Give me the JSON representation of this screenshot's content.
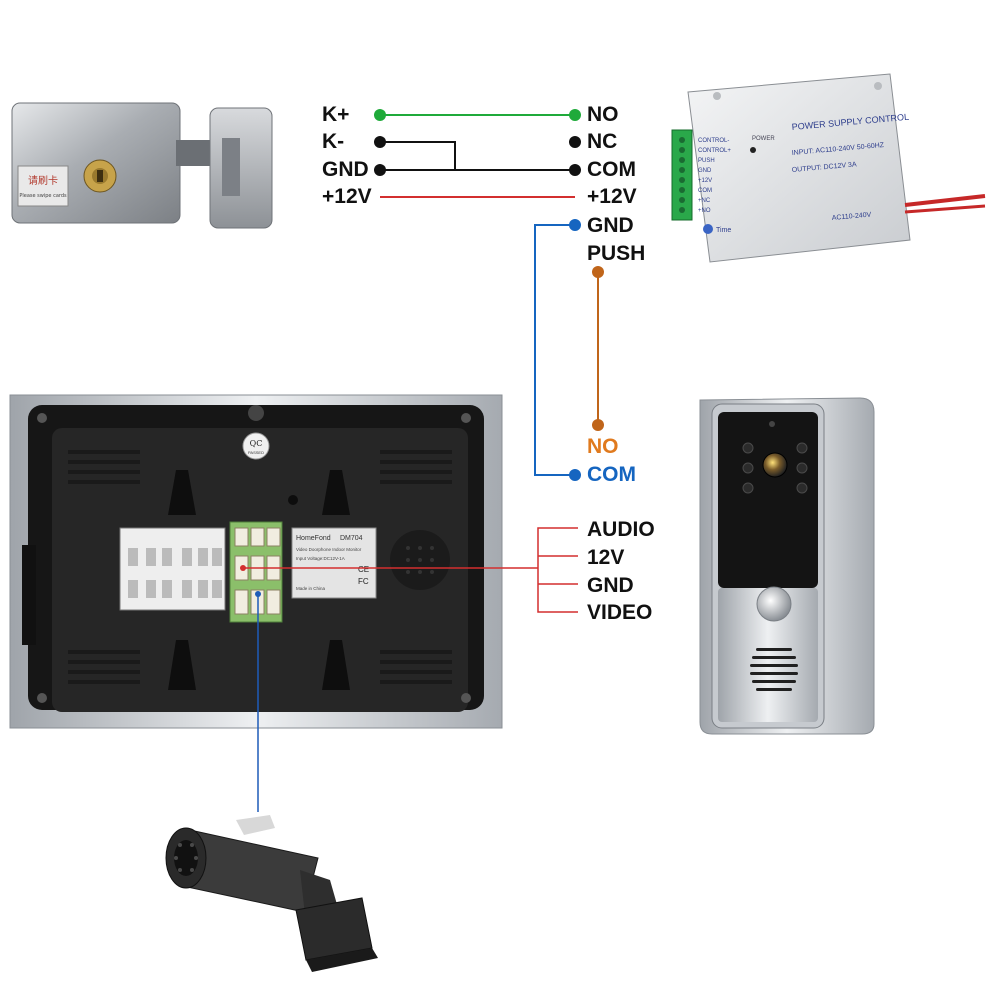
{
  "lock": {
    "labels": [
      "K+",
      "K-",
      "GND",
      "+12V"
    ],
    "plate_text": "请刷卡",
    "plate_subtext": "Please swipe cards"
  },
  "power_supply": {
    "terminals_top": [
      "NO",
      "NC",
      "COM",
      "+12V",
      "GND",
      "PUSH"
    ],
    "terminals_bottom": [
      "NO",
      "COM"
    ],
    "title": "POWER SUPPLY CONTROL",
    "input": "INPUT: AC110-240V 50-60HZ",
    "output": "OUTPUT: DC12V 3A",
    "voltage": "AC110-240V",
    "power_label": "POWER",
    "time_label": "Time",
    "side_terminals": [
      "CONTROL-",
      "CONTROL+",
      "PUSH",
      "GND",
      "+12V",
      "COM",
      "+NC",
      "+NO"
    ]
  },
  "monitor": {
    "qc_sticker": "QC",
    "qc_sub": "PASSED",
    "brand": "HomeFond",
    "model": "DM704",
    "spec_lines": [
      "Video Doorphone Indoor Monitor",
      "Input Voltage:DC12V-1A",
      "Made in China"
    ],
    "ce_mark": "CE",
    "fc_mark": "FC"
  },
  "door_station": {
    "wire_labels": [
      "AUDIO",
      "12V",
      "GND",
      "VIDEO"
    ]
  },
  "colors": {
    "green_wire": "#1faa3a",
    "black_wire": "#111111",
    "red_wire": "#d32f2f",
    "blue_wire": "#1565c0",
    "orange_wire": "#c0651a",
    "camera_wire": "#1e5bb8"
  },
  "icons": [
    "electric-lock-icon",
    "power-supply-icon",
    "indoor-monitor-icon",
    "door-camera-icon",
    "cctv-camera-icon"
  ]
}
